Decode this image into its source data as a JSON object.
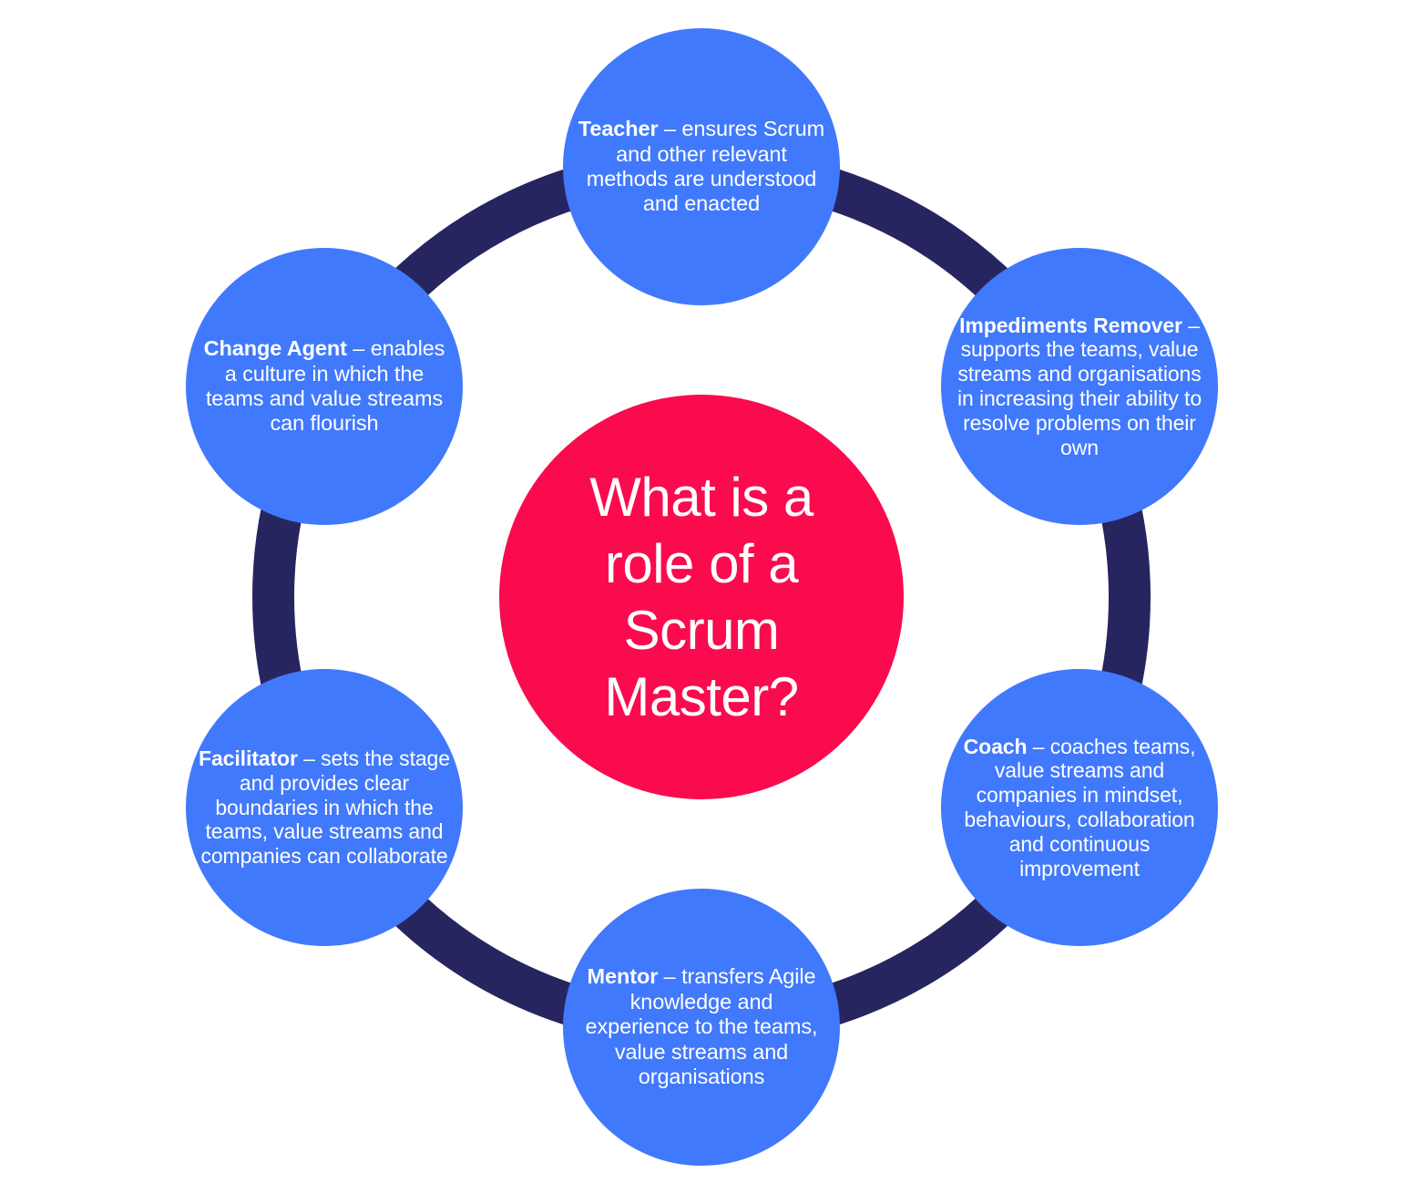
{
  "diagram": {
    "title": "What is a role of a Scrum Master?",
    "colors": {
      "satellite_fill": "#4179fc",
      "center_fill": "#fa0b4e",
      "ring": "#272560",
      "text": "#ffffff",
      "background": "#ffffff"
    },
    "center": {
      "line1": "What is a",
      "line2": "role of a",
      "line3": "Scrum",
      "line4": "Master?"
    },
    "roles": [
      {
        "id": "teacher",
        "name": "Teacher",
        "dash": " – ",
        "description": "ensures Scrum and other relevant methods are understood and enacted",
        "position": "top"
      },
      {
        "id": "impediments-remover",
        "name": "Impediments Remover",
        "dash": " – ",
        "description": "supports the teams, value streams and organisations in increasing their ability to resolve problems on their own",
        "position": "top-right"
      },
      {
        "id": "coach",
        "name": "Coach",
        "dash": " – ",
        "description": "coaches teams, value streams and companies in mindset, behaviours, collaboration and continuous improvement",
        "position": "bottom-right"
      },
      {
        "id": "mentor",
        "name": "Mentor",
        "dash": " – ",
        "description": "transfers Agile knowledge and experience to the teams, value streams and organisations",
        "position": "bottom"
      },
      {
        "id": "facilitator",
        "name": "Facilitator",
        "dash": " – ",
        "description": "sets the stage and provides clear boundaries in which the teams, value streams and companies can collaborate",
        "position": "bottom-left"
      },
      {
        "id": "change-agent",
        "name": "Change Agent",
        "dash": " – ",
        "description": "enables a culture in which the teams and value streams can flourish",
        "position": "top-left"
      }
    ]
  }
}
